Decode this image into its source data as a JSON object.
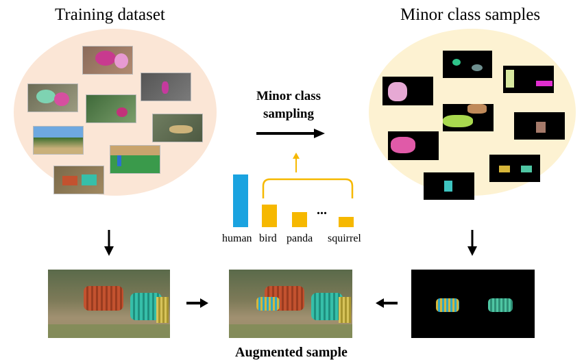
{
  "left_panel": {
    "title": "Training dataset",
    "fill": "#fbe6d6"
  },
  "right_panel": {
    "title": "Minor class samples",
    "fill": "#fdf2d2"
  },
  "center": {
    "sampling_label_line1": "Minor class",
    "sampling_label_line2": "sampling"
  },
  "chart_data": {
    "type": "bar",
    "categories": [
      "human",
      "bird",
      "panda",
      "...",
      "squirrel"
    ],
    "values": [
      82,
      35,
      24,
      null,
      16
    ],
    "colors": [
      "#1aa3e0",
      "#f6b800",
      "#f6b800",
      null,
      "#f6b800"
    ],
    "title": "",
    "xlabel": "",
    "ylabel": "",
    "ylim": [
      0,
      90
    ],
    "grid": false
  },
  "bottom": {
    "augmented_label": "Augmented sample"
  },
  "colors": {
    "accent_blue": "#1aa3e0",
    "accent_yellow": "#f6b800",
    "arrow": "#000000"
  }
}
